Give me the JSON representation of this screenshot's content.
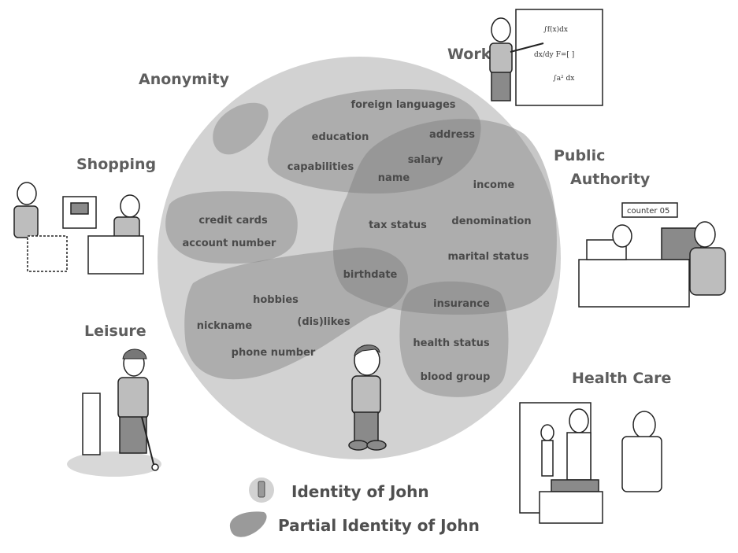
{
  "categories": {
    "anonymity": "Anonymity",
    "work": "Work",
    "shopping": "Shopping",
    "public_authority_1": "Public",
    "public_authority_2": "Authority",
    "leisure": "Leisure",
    "health_care": "Health Care"
  },
  "attributes": {
    "foreign_languages": "foreign languages",
    "education": "education",
    "address": "address",
    "salary": "salary",
    "capabilities": "capabilities",
    "name": "name",
    "income": "income",
    "tax_status": "tax status",
    "denomination": "denomination",
    "credit_cards": "credit cards",
    "account_number": "account number",
    "marital_status": "marital status",
    "birthdate": "birthdate",
    "hobbies": "hobbies",
    "insurance": "insurance",
    "nickname": "nickname",
    "dislikes": "(dis)likes",
    "health_status": "health status",
    "phone_number": "phone number",
    "blood_group": "blood group"
  },
  "illustrations": {
    "counter_sign": "counter 05"
  },
  "legend": {
    "identity": "Identity of John",
    "partial_identity": "Partial Identity of John"
  },
  "colors": {
    "circle": "#d2d2d2",
    "blob": "#7a7a7a",
    "text": "#4a4a4a"
  }
}
